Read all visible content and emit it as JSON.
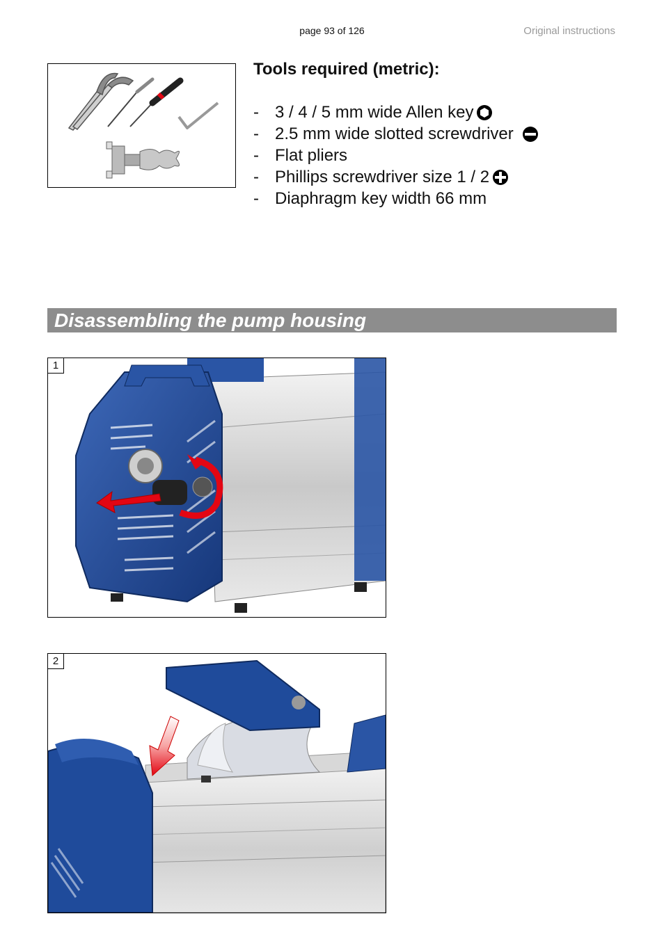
{
  "header": {
    "page_number": "page 93 of 126",
    "doc_label": "Original instructions"
  },
  "tools": {
    "heading": "Tools required (metric):",
    "items": [
      {
        "dash": "-",
        "text": "3 / 4 / 5 mm wide Allen key",
        "icon": "allen-key-icon"
      },
      {
        "dash": "-",
        "text": "2.5 mm wide slotted screwdriver",
        "icon": "slotted-screwdriver-icon"
      },
      {
        "dash": "-",
        "text": "Flat pliers",
        "icon": ""
      },
      {
        "dash": "-",
        "text": "Phillips screwdriver size 1 / 2",
        "icon": "phillips-screwdriver-icon"
      },
      {
        "dash": "-",
        "text": "Diaphragm key width 66 mm",
        "icon": ""
      }
    ]
  },
  "section": {
    "title": "Disassembling the pump housing"
  },
  "figures": [
    {
      "number": "1"
    },
    {
      "number": "2"
    }
  ],
  "colors": {
    "section_bar": "#8d8d8d",
    "pump_blue": "#1f4b9b",
    "arrow_red": "#e30613"
  }
}
